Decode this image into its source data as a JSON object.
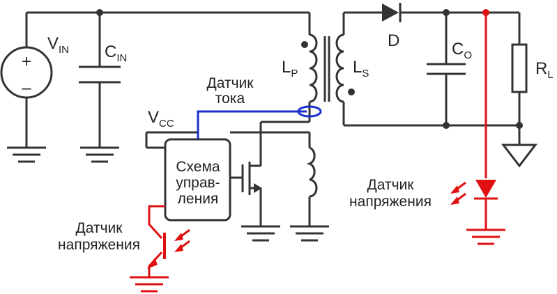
{
  "labels": {
    "vin": "V",
    "vin_sub": "IN",
    "plus": "+",
    "minus": "–",
    "cin": "C",
    "cin_sub": "IN",
    "lp": "L",
    "lp_sub": "P",
    "ls": "L",
    "ls_sub": "S",
    "d": "D",
    "co": "C",
    "co_sub": "O",
    "rl": "R",
    "rl_sub": "L",
    "vcc": "V",
    "vcc_sub": "CC",
    "current_sensor_line1": "Датчик",
    "current_sensor_line2": "тока",
    "controller_line1": "Схема",
    "controller_line2": "управ-",
    "controller_line3": "ления",
    "voltage_sensor_right_line1": "Датчик",
    "voltage_sensor_right_line2": "напряжения",
    "voltage_sensor_left_line1": "Датчик",
    "voltage_sensor_left_line2": "напряжения"
  },
  "colors": {
    "wire": "#333333",
    "current_sense": "#1a2ecc",
    "voltage_sense": "#e01010"
  }
}
